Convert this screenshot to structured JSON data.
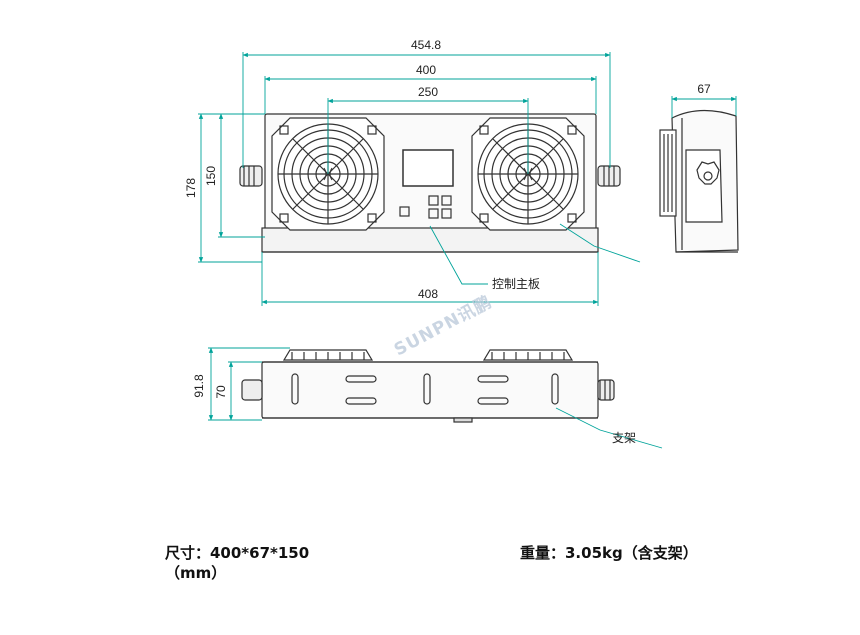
{
  "dimensions": {
    "overall_width": "454.8",
    "body_width": "400",
    "fan_spacing": "250",
    "depth": "67",
    "overall_height": "178",
    "body_height": "150",
    "base_length": "408",
    "bottom_overall_height": "91.8",
    "bottom_body_height": "70"
  },
  "callouts": {
    "control_board": "控制主板",
    "bracket": "支架"
  },
  "watermark": "SUNPN讯鹏",
  "specs": {
    "size": "尺寸：400*67*150（mm）",
    "weight": "重量：3.05kg（含支架）"
  }
}
